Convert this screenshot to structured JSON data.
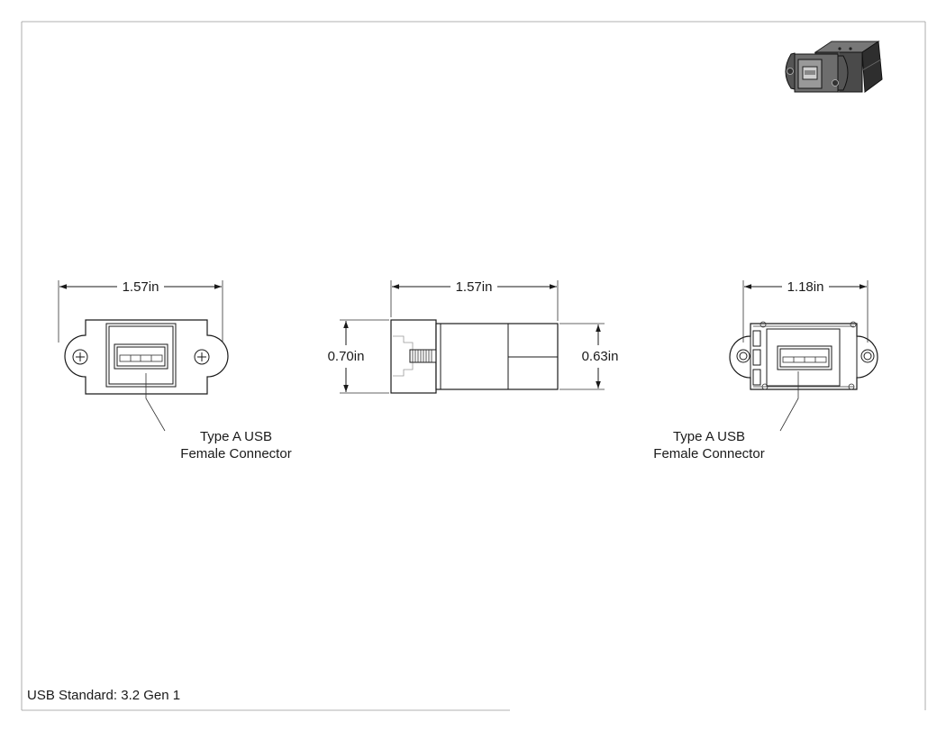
{
  "front_view": {
    "width_dim": "1.57in",
    "callout": {
      "line1": "Type A USB",
      "line2": "Female Connector"
    }
  },
  "side_view": {
    "width_dim": "1.57in",
    "height_left_dim": "0.70in",
    "height_right_dim": "0.63in"
  },
  "rear_view": {
    "width_dim": "1.18in",
    "callout": {
      "line1": "Type A USB",
      "line2": "Female Connector"
    }
  },
  "footer": {
    "usb_standard": "USB Standard: 3.2 Gen 1"
  },
  "colors": {
    "line": "#1a1a1a",
    "background": "#ffffff",
    "iso_body": "#4a4a4a"
  }
}
